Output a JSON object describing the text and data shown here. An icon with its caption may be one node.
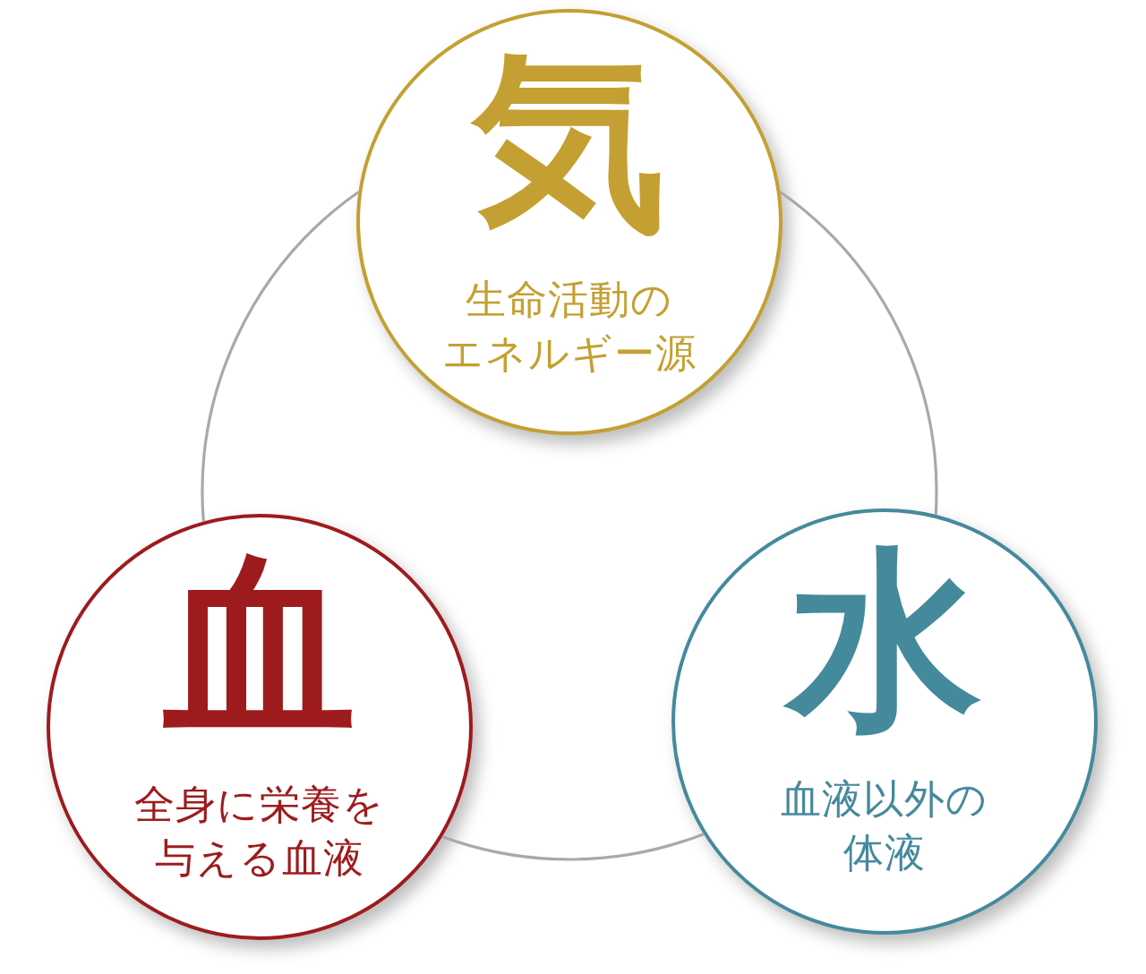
{
  "diagram": {
    "nodes": [
      {
        "text": [
          "気",
          "生命活動のエネルギー源"
        ]
      },
      {
        "text": [
          "血",
          "全身に栄養を与える血液"
        ]
      },
      {
        "text": [
          "水",
          "血液以外の体液"
        ]
      }
    ],
    "edges": [
      {
        "from": 0,
        "to": 2,
        "arrow": "none"
      },
      {
        "from": 2,
        "to": 1,
        "arrow": "none"
      },
      {
        "from": 1,
        "to": 0,
        "arrow": "none"
      }
    ]
  }
}
